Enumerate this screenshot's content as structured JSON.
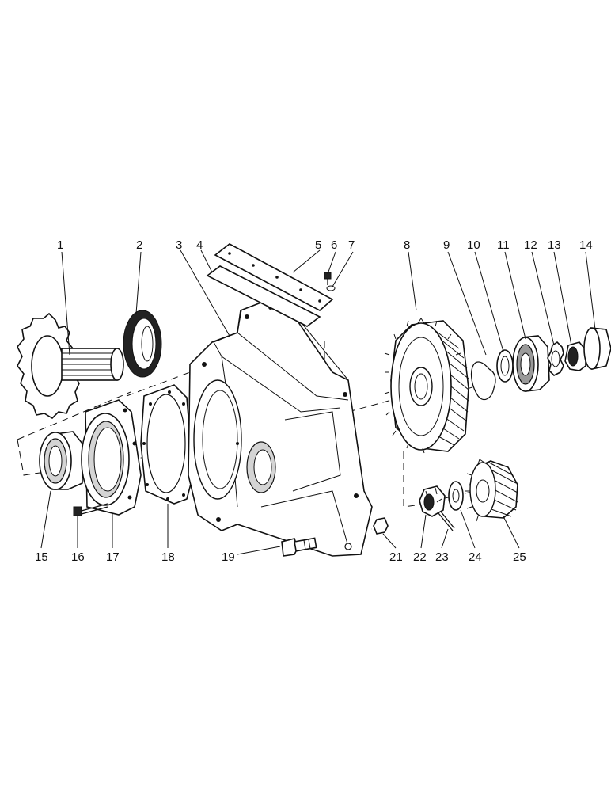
{
  "callouts": [
    "1",
    "2",
    "3",
    "4",
    "5",
    "6",
    "7",
    "8",
    "9",
    "10",
    "11",
    "12",
    "13",
    "14",
    "15",
    "16",
    "17",
    "18",
    "19",
    "21",
    "22",
    "23",
    "24",
    "25"
  ]
}
